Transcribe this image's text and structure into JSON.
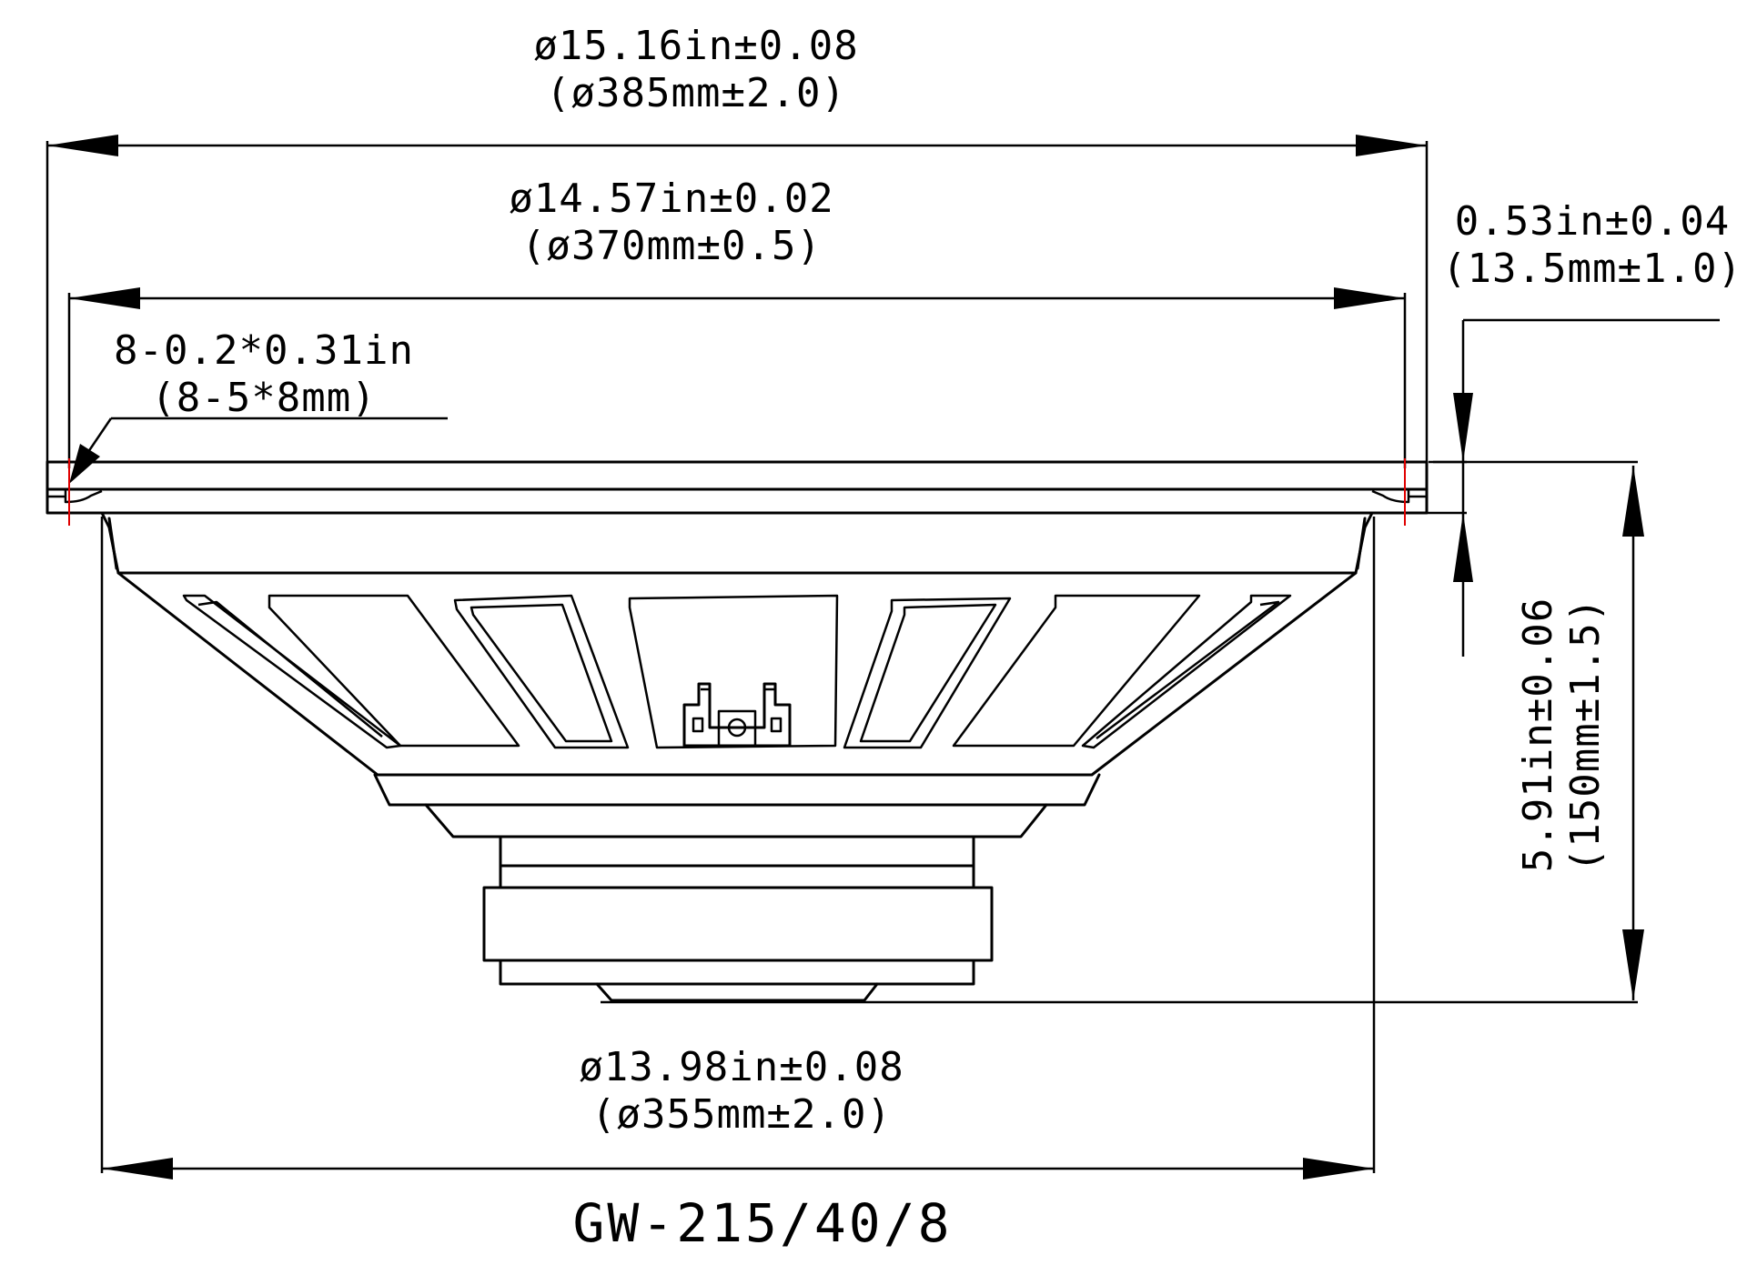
{
  "dimensions": {
    "outer_diameter": {
      "inch": "ø15.16in±0.08",
      "mm": "(ø385mm±2.0)"
    },
    "baffle_diameter": {
      "inch": "ø14.57in±0.02",
      "mm": "(ø370mm±0.5)"
    },
    "flange_thickness": {
      "inch": "0.53in±0.04",
      "mm": "(13.5mm±1.0)"
    },
    "mounting_holes": {
      "inch": "8-0.2*0.31in",
      "mm": "(8-5*8mm)"
    },
    "mounting_depth": {
      "inch": "5.91in±0.06",
      "mm": "(150mm±1.5)"
    },
    "cutout_diameter": {
      "inch": "ø13.98in±0.08",
      "mm": "(ø355mm±2.0)"
    }
  },
  "model": "GW-215/40/8",
  "colors": {
    "line": "#000000",
    "hole_marker": "#e00000",
    "background": "#ffffff"
  }
}
